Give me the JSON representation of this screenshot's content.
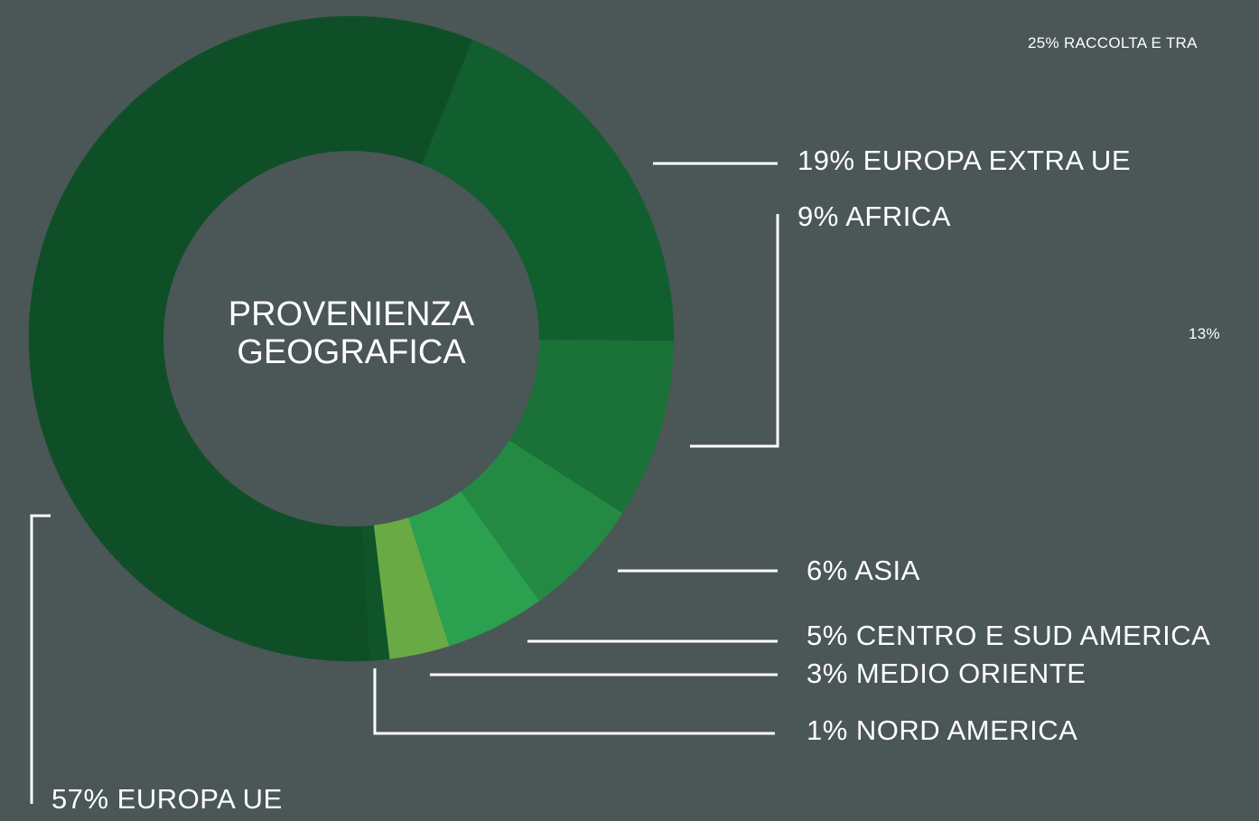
{
  "chart_data": {
    "type": "pie",
    "title": "PROVENIENZA GEOGRAFICA",
    "title_lines": [
      "PROVENIENZA",
      "GEOGRAFICA"
    ],
    "slices": [
      {
        "value": 19,
        "label": "19% EUROPA EXTRA UE",
        "color": "#115e2f"
      },
      {
        "value": 9,
        "label": "9% AFRICA",
        "color": "#1a7238"
      },
      {
        "value": 6,
        "label": "6% ASIA",
        "color": "#248a43"
      },
      {
        "value": 5,
        "label": "5% CENTRO E SUD AMERICA",
        "color": "#2ba04f"
      },
      {
        "value": 3,
        "label": "3% MEDIO ORIENTE",
        "color": "#6aaa45"
      },
      {
        "value": 1,
        "label": "1% NORD AMERICA",
        "color": "#0f5529"
      },
      {
        "value": 57,
        "label": "57% EUROPA UE",
        "color": "#0f4f27"
      }
    ],
    "hole": "donut"
  },
  "other_text": {
    "top_right": "25% RACCOLTA E TRA",
    "right_edge": "13%"
  },
  "colors": {
    "background": "#4b5656",
    "text": "#ffffff",
    "leader": "#ffffff"
  }
}
